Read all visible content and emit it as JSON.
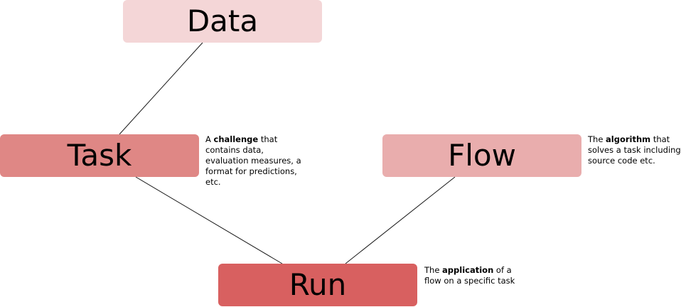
{
  "diagram": {
    "nodes": [
      {
        "id": "data",
        "label": "Data",
        "color": "#f4d6d7"
      },
      {
        "id": "task",
        "label": "Task",
        "color": "#df8785"
      },
      {
        "id": "flow",
        "label": "Flow",
        "color": "#e9adad"
      },
      {
        "id": "run",
        "label": "Run",
        "color": "#d86060"
      }
    ],
    "edges": [
      {
        "from": "data",
        "to": "task"
      },
      {
        "from": "task",
        "to": "run"
      },
      {
        "from": "flow",
        "to": "run"
      }
    ],
    "descriptions": {
      "task": {
        "pre": "A ",
        "bold": "challenge",
        "post": " that contains data, evaluation measures, a format for predictions, etc."
      },
      "flow": {
        "pre": "The ",
        "bold": "algorithm",
        "post": " that solves a task including source code etc."
      },
      "run": {
        "pre": "The ",
        "bold": "application",
        "post": " of a flow on a specific task"
      }
    }
  }
}
